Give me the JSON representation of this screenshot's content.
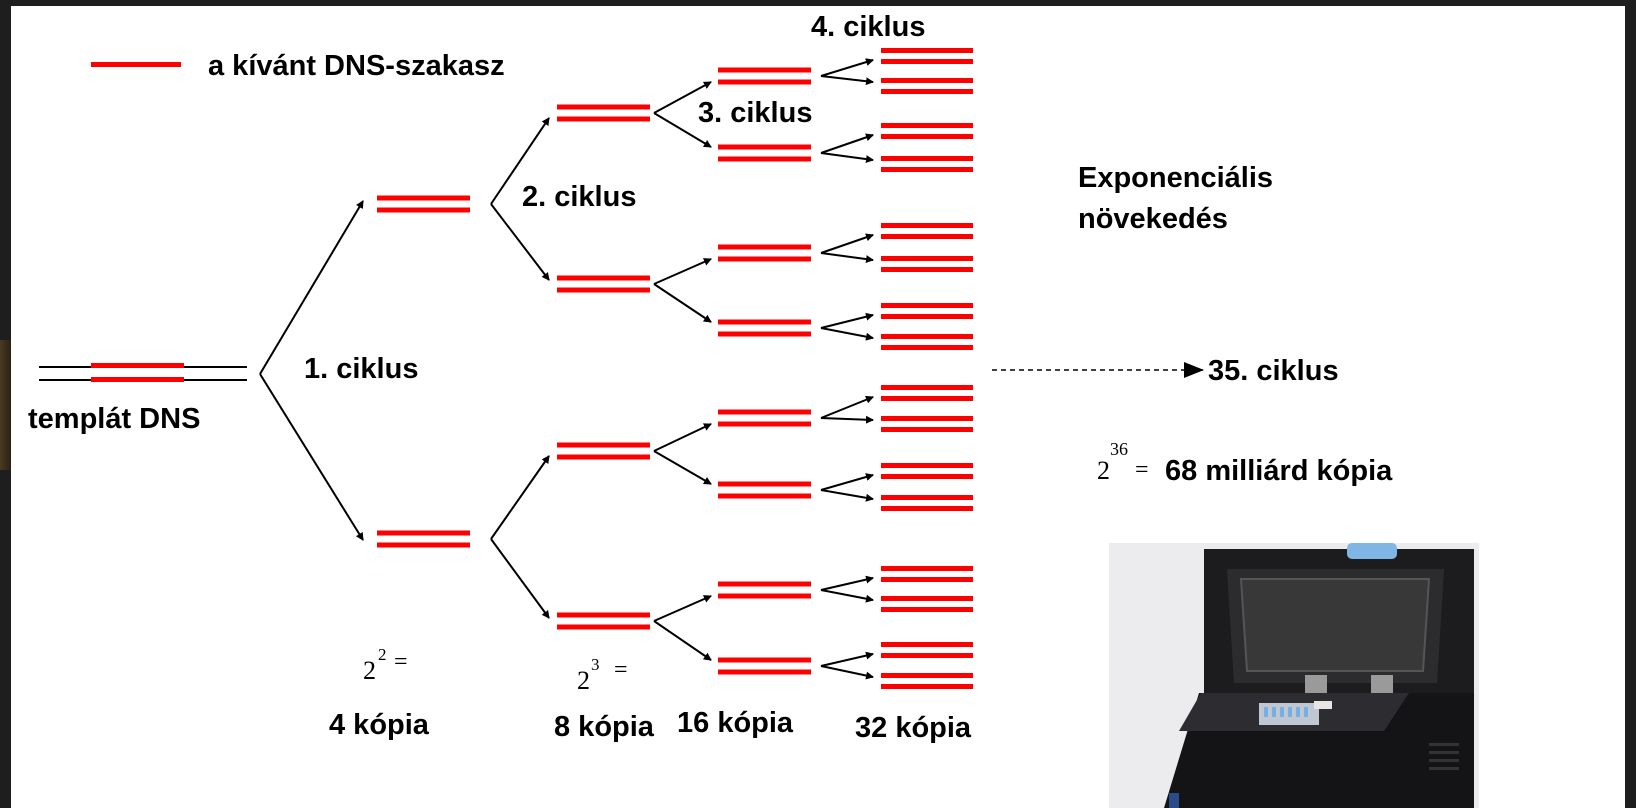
{
  "legend": {
    "label": "a kívánt DNS-szakasz"
  },
  "template": {
    "label": "templát DNS"
  },
  "cycles": {
    "c1": "1. ciklus",
    "c2": "2. ciklus",
    "c3": "3. ciklus",
    "c4": "4. ciklus",
    "c35": "35. ciklus"
  },
  "growth": {
    "line1": "Exponenciális",
    "line2": "növekedés"
  },
  "copies": {
    "c4": {
      "base": "2",
      "exp": "2",
      "eq": "=",
      "label": "4 kópia"
    },
    "c8": {
      "base": "2",
      "exp": "3",
      "eq": "=",
      "label": "8 kópia"
    },
    "c16": {
      "label": "16 kópia"
    },
    "c32": {
      "label": "32 kópia"
    },
    "final": {
      "base": "2",
      "exp": "36",
      "eq": "=",
      "label": "68 milliárd kópia"
    }
  },
  "colors": {
    "dna_segment": "#ff0000",
    "template_strand": "#000000",
    "arrow": "#000000"
  }
}
